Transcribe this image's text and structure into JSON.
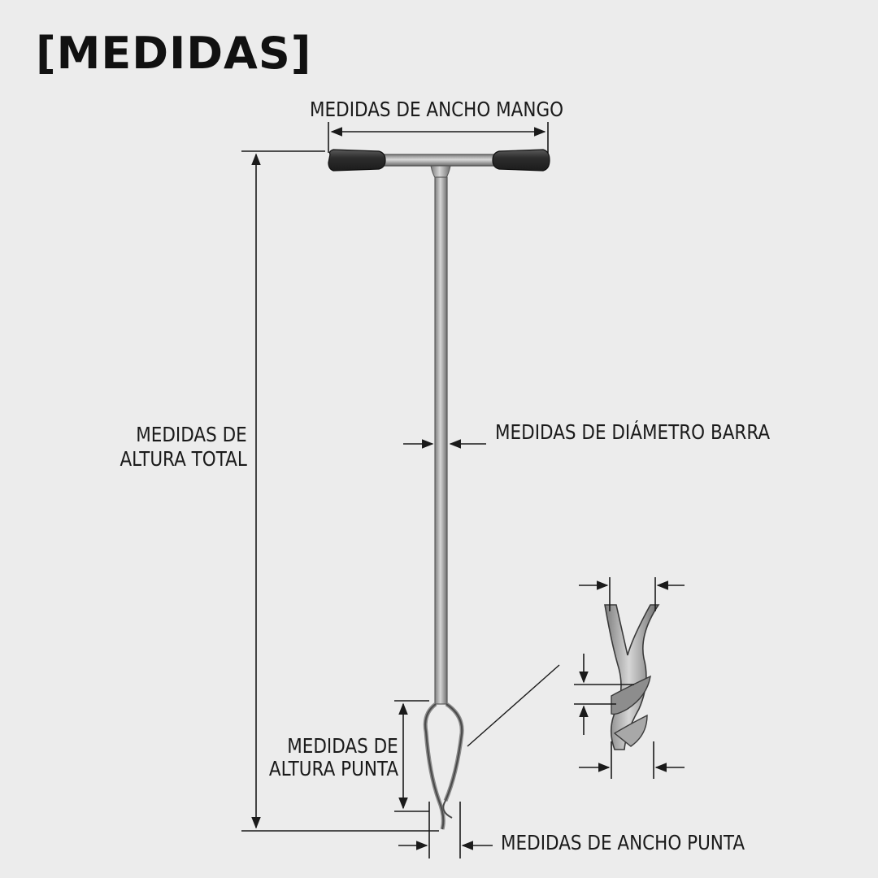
{
  "title": "[MEDIDAS]",
  "labels": {
    "ancho_mango": "MEDIDAS DE ANCHO MANGO",
    "altura_total_1": "MEDIDAS DE",
    "altura_total_2": "ALTURA TOTAL",
    "diametro_barra": "MEDIDAS DE DIÁMETRO BARRA",
    "altura_punta_1": "MEDIDAS DE",
    "altura_punta_2": "ALTURA PUNTA",
    "ancho_punta": "MEDIDAS DE ANCHO PUNTA"
  },
  "colors": {
    "background": "#ececec",
    "ink": "#1a1a1a",
    "metal": "#9a9a9a",
    "grip": "#3a3a3a"
  }
}
